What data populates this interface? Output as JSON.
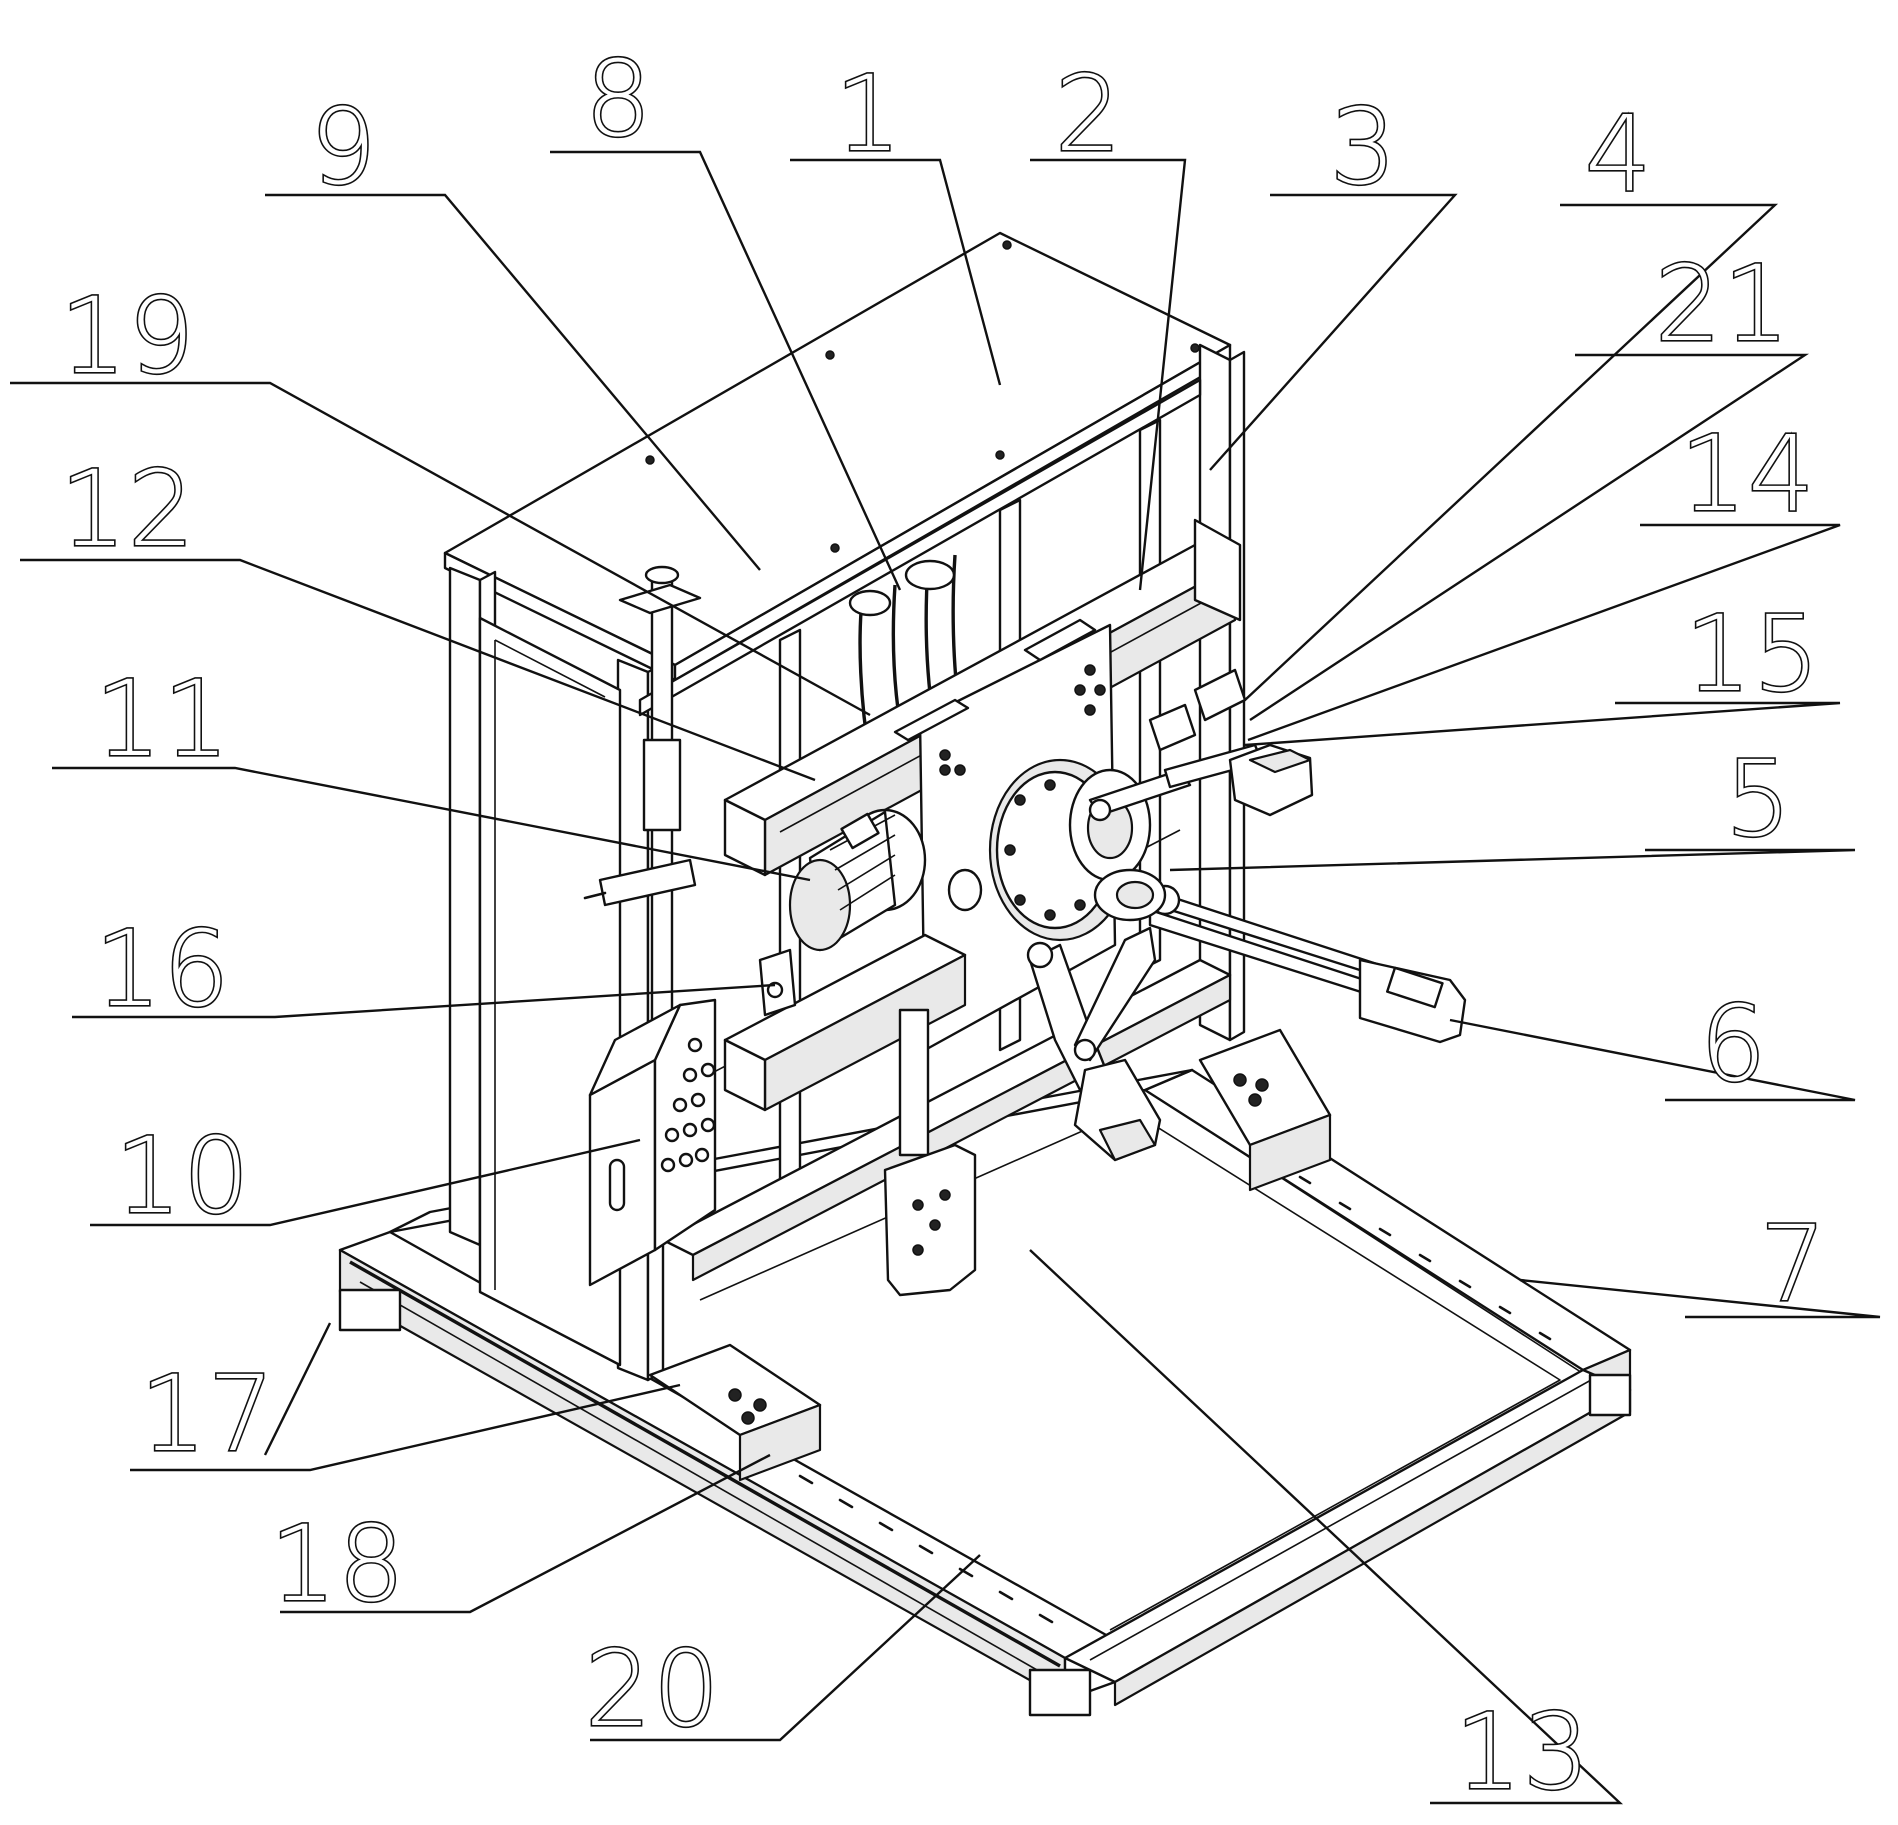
{
  "figure": {
    "callout_labels": [
      "1",
      "2",
      "3",
      "4",
      "5",
      "6",
      "7",
      "8",
      "9",
      "10",
      "11",
      "12",
      "13",
      "14",
      "15",
      "16",
      "17",
      "18",
      "19",
      "20",
      "21"
    ]
  }
}
